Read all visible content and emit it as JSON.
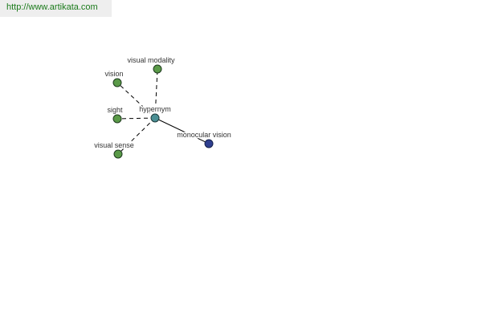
{
  "site_url": "http://www.artikata.com",
  "graph": {
    "center": {
      "label": "hypernym",
      "color": "#4a8f94"
    },
    "nodes": [
      {
        "id": "visual-modality",
        "label": "visual modality",
        "color": "#5a9a48",
        "relation": "synonym"
      },
      {
        "id": "vision",
        "label": "vision",
        "color": "#5a9a48",
        "relation": "synonym"
      },
      {
        "id": "sight",
        "label": "sight",
        "color": "#5a9a48",
        "relation": "synonym"
      },
      {
        "id": "visual-sense",
        "label": "visual sense",
        "color": "#5a9a48",
        "relation": "synonym"
      },
      {
        "id": "monocular-vision",
        "label": "monocular vision",
        "color": "#2f3f8f",
        "relation": "hyponym"
      }
    ]
  }
}
